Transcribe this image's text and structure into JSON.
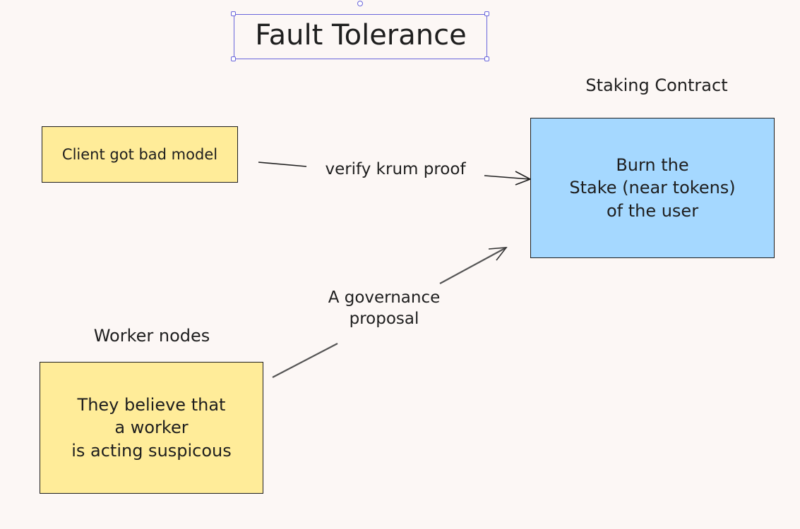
{
  "title": "Fault Tolerance",
  "labels": {
    "staking_contract": "Staking Contract",
    "worker_nodes": "Worker nodes"
  },
  "nodes": {
    "client": "Client got bad model",
    "burn": "Burn the\nStake (near tokens)\nof the user",
    "worker": "They believe that\na worker\nis acting suspicous"
  },
  "edges": {
    "verify": "verify krum proof",
    "governance": "A governance\nproposal"
  },
  "colors": {
    "yellow": "#ffec99",
    "blue": "#a5d8ff",
    "selection": "#6965db",
    "canvas": "#fcf7f5"
  }
}
